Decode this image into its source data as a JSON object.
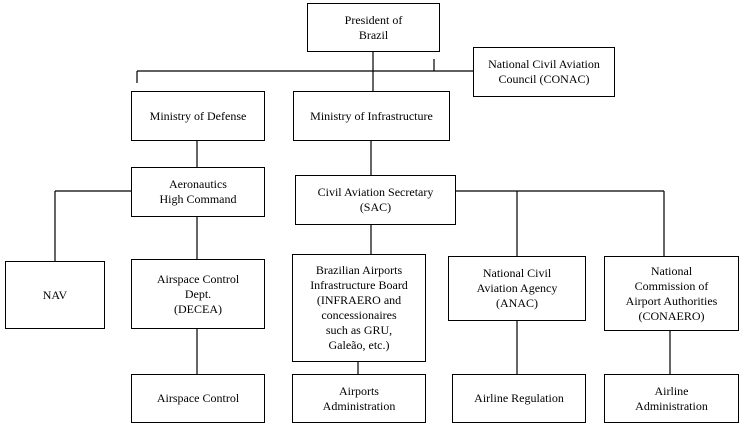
{
  "diagram": {
    "type": "organizational-chart",
    "nodes": {
      "president": "President of\nBrazil",
      "conac": "National Civil Aviation\nCouncil (CONAC)",
      "defense": "Ministry of Defense",
      "infrastructure": "Ministry of Infrastructure",
      "aeronautics": "Aeronautics\nHigh Command",
      "sac": "Civil Aviation Secretary\n(SAC)",
      "nav": "NAV",
      "decea": "Airspace Control\nDept.\n(DECEA)",
      "infraero": "Brazilian Airports\nInfrastructure Board\n(INFRAERO and\nconcessionaires\nsuch as GRU,\nGaleão, etc.)",
      "anac": "National Civil\nAviation Agency\n(ANAC)",
      "conaero": "National\nCommission of\nAirport Authorities\n(CONAERO)",
      "airspace_control": "Airspace Control",
      "airports_admin": "Airports\nAdministration",
      "airline_regulation": "Airline Regulation",
      "airline_admin": "Airline\nAdministration"
    },
    "edges": [
      [
        "president",
        "conac"
      ],
      [
        "president",
        "defense"
      ],
      [
        "president",
        "infrastructure"
      ],
      [
        "defense",
        "aeronautics"
      ],
      [
        "infrastructure",
        "sac"
      ],
      [
        "aeronautics",
        "nav"
      ],
      [
        "aeronautics",
        "decea"
      ],
      [
        "decea",
        "airspace_control"
      ],
      [
        "sac",
        "infraero"
      ],
      [
        "sac",
        "anac"
      ],
      [
        "sac",
        "conaero"
      ],
      [
        "infraero",
        "airports_admin"
      ],
      [
        "anac",
        "airline_regulation"
      ],
      [
        "conaero",
        "airline_admin"
      ]
    ]
  }
}
